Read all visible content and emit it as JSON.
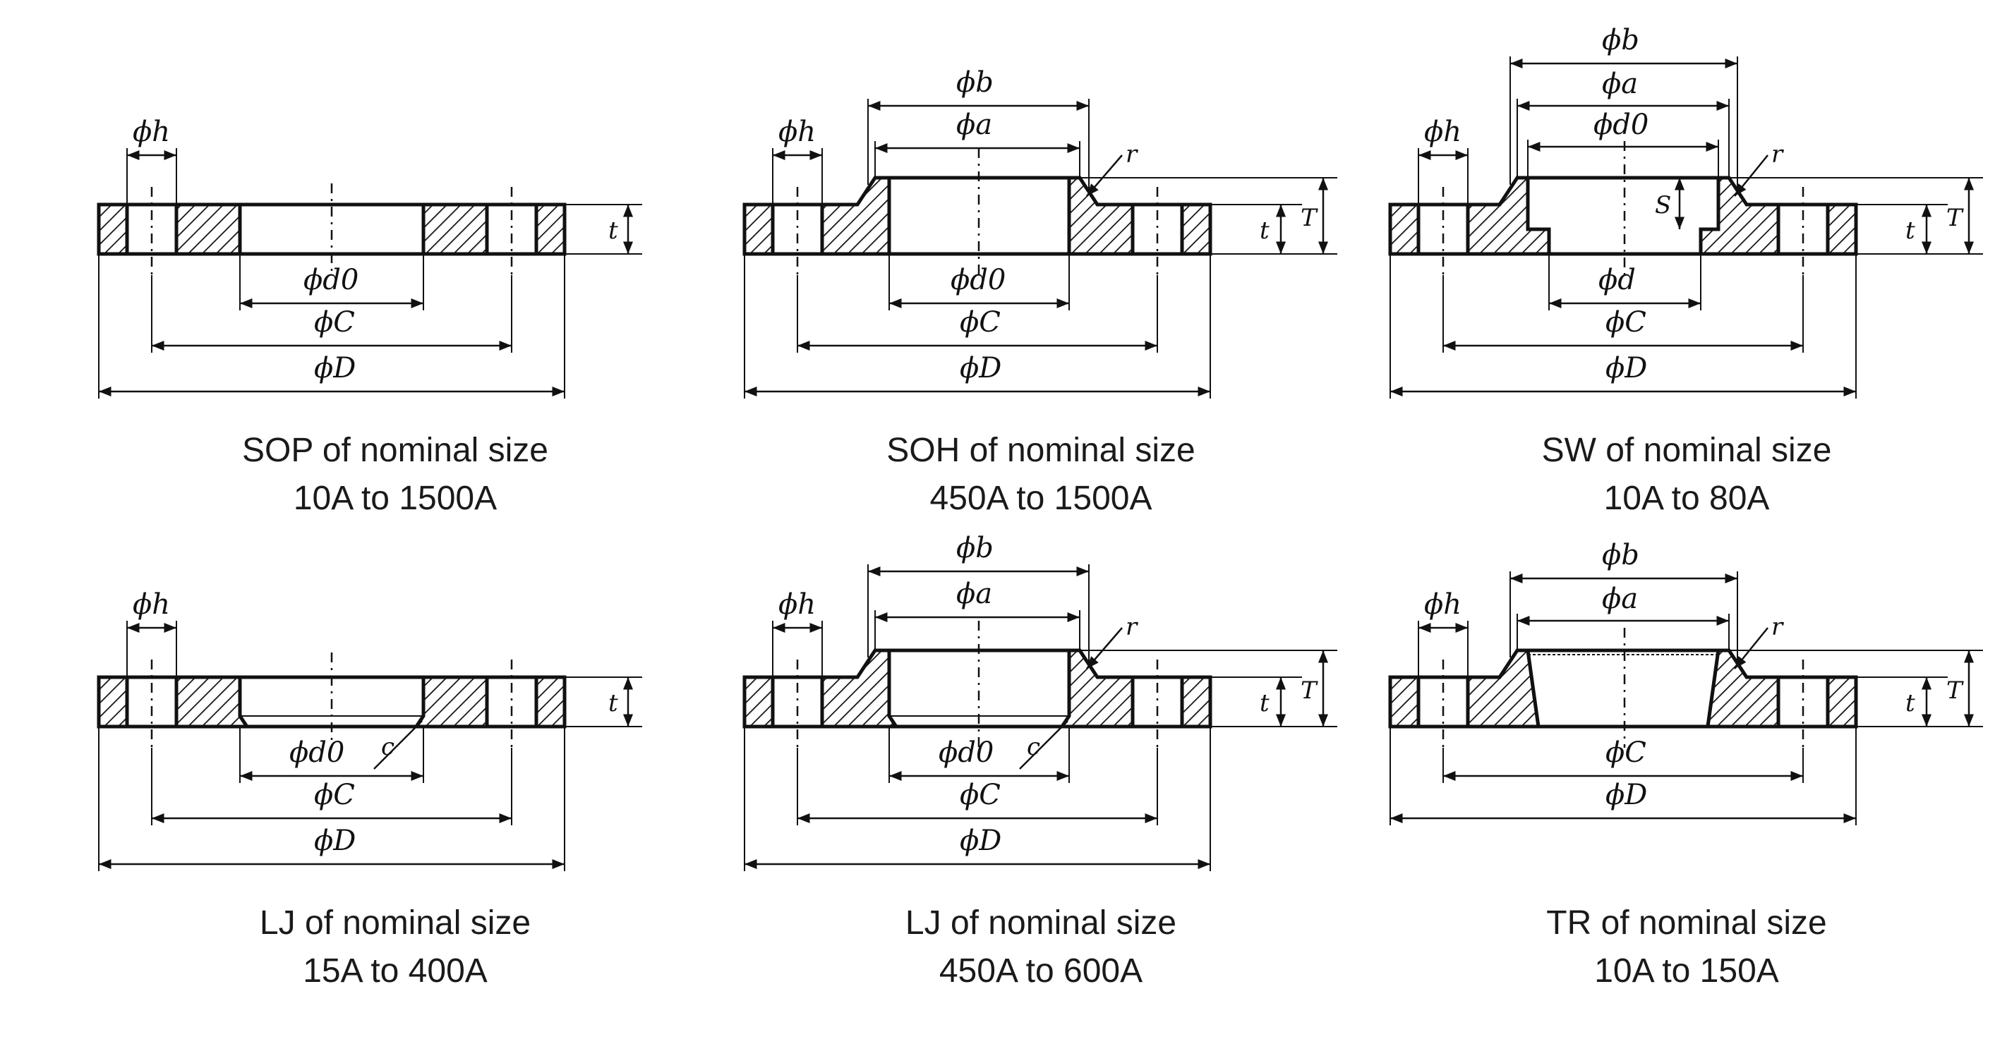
{
  "panels": [
    {
      "id": "sop",
      "caption": [
        "SOP of nominal size",
        "10A to 1500A"
      ],
      "labels": {
        "h": "ϕh",
        "d0": "ϕd0",
        "C": "ϕC",
        "D": "ϕD",
        "t": "t"
      }
    },
    {
      "id": "soh",
      "caption": [
        "SOH of nominal size",
        "450A to 1500A"
      ],
      "labels": {
        "h": "ϕh",
        "b": "ϕb",
        "a": "ϕa",
        "r": "r",
        "d0": "ϕd0",
        "C": "ϕC",
        "D": "ϕD",
        "t": "t",
        "T": "T"
      }
    },
    {
      "id": "sw",
      "caption": [
        "SW of nominal size",
        "10A to 80A"
      ],
      "labels": {
        "h": "ϕh",
        "b": "ϕb",
        "a": "ϕa",
        "d0": "ϕd0",
        "r": "r",
        "S": "S",
        "d": "ϕd",
        "C": "ϕC",
        "D": "ϕD",
        "t": "t",
        "T": "T"
      }
    },
    {
      "id": "lj-small",
      "caption": [
        "LJ of nominal size",
        "15A to 400A"
      ],
      "labels": {
        "h": "ϕh",
        "d0": "ϕd0",
        "c": "c",
        "C": "ϕC",
        "D": "ϕD",
        "t": "t"
      }
    },
    {
      "id": "lj-large",
      "caption": [
        "LJ of nominal size",
        "450A to 600A"
      ],
      "labels": {
        "h": "ϕh",
        "b": "ϕb",
        "a": "ϕa",
        "r": "r",
        "d0": "ϕd0",
        "c": "c",
        "C": "ϕC",
        "D": "ϕD",
        "t": "t",
        "T": "T"
      }
    },
    {
      "id": "tr",
      "caption": [
        "TR of nominal size",
        "10A to 150A"
      ],
      "labels": {
        "h": "ϕh",
        "b": "ϕb",
        "a": "ϕa",
        "r": "r",
        "C": "ϕC",
        "D": "ϕD",
        "t": "t",
        "T": "T"
      }
    }
  ]
}
